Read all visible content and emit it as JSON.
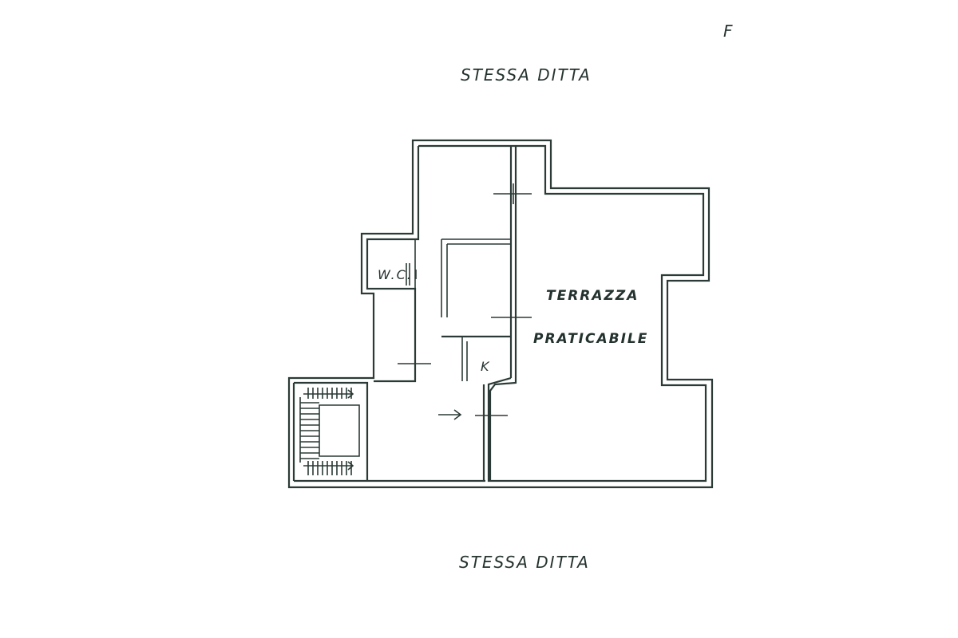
{
  "labels": {
    "top_neighbor": "STESSA DITTA",
    "bottom_neighbor": "STESSA DITTA",
    "corner_mark": "F",
    "wc": "W.C.",
    "kitchen": "K",
    "terrace_line1": "TERRAZZA",
    "terrace_line2": "PRATICABILE"
  },
  "colors": {
    "ink": "#2b3a36",
    "background": "#ffffff"
  }
}
